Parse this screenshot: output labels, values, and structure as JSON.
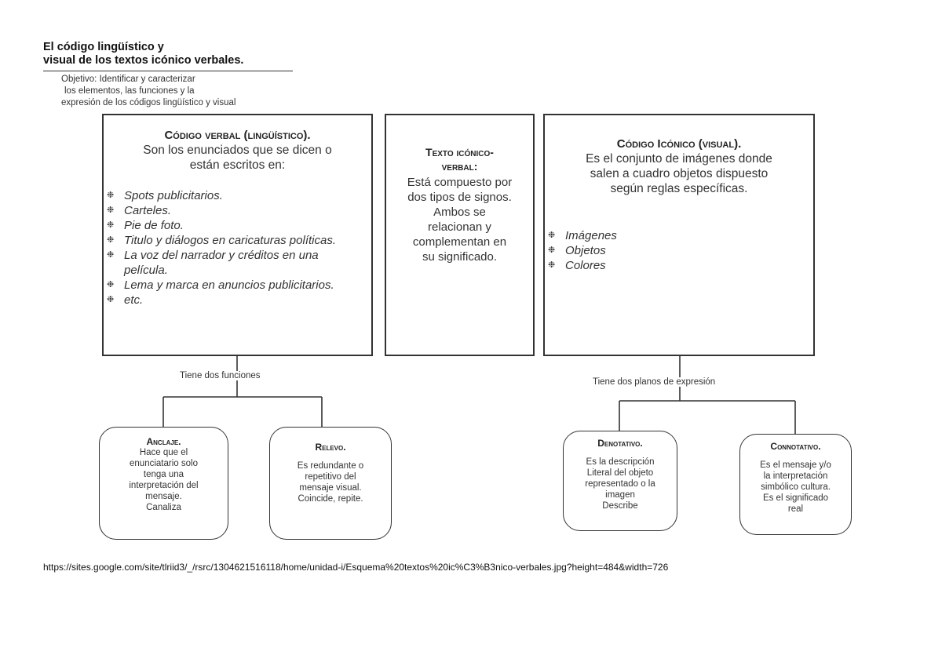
{
  "header": {
    "title_line1": "El código lingüístico y",
    "title_line2": "visual de los textos icónico verbales.",
    "objective_line1": "Objetivo: Identificar y caracterizar",
    "objective_line2": "los elementos, las funciones y la",
    "objective_line3": "expresión de los códigos lingüístico y visual"
  },
  "verbal": {
    "heading": "Código verbal (lingüístico).",
    "desc_line1": "Son los enunciados que se dicen o",
    "desc_line2": "están escritos en:",
    "bullet_glyph": "❉",
    "items": [
      "Spots publicitarios.",
      "Carteles.",
      "Pie de foto.",
      "Titulo y diálogos en caricaturas políticas.",
      "La voz del narrador y créditos en una película.",
      "Lema y marca en anuncios publicitarios.",
      "etc."
    ]
  },
  "center": {
    "heading_line1": "Texto icónico-",
    "heading_line2": "verbal:",
    "text_line1": "Está compuesto por",
    "text_line2": "dos tipos de signos.",
    "text_line3": "Ambos se",
    "text_line4": "relacionan y",
    "text_line5": "complementan en",
    "text_line6": "su significado.",
    "arrow_color": "#f5c99a"
  },
  "iconic": {
    "heading": "Código Icónico (visual).",
    "desc_line1": "Es el conjunto de imágenes donde",
    "desc_line2": "salen a cuadro objetos dispuesto",
    "desc_line3": "según reglas específicas.",
    "items": [
      "Imágenes",
      "Objetos",
      "Colores"
    ]
  },
  "branches": {
    "left_label": "Tiene dos funciones",
    "right_label": "Tiene dos planos de expresión"
  },
  "anclaje": {
    "title": "Anclaje.",
    "lines": [
      "Hace que el",
      "enunciatario solo",
      "tenga una",
      "interpretación del",
      "mensaje.",
      "Canaliza"
    ]
  },
  "relevo": {
    "title": "Relevo.",
    "lines": [
      "Es redundante o",
      "repetitivo del",
      "mensaje visual.",
      "Coincide, repite."
    ]
  },
  "denotativo": {
    "title": "Denotativo.",
    "lines": [
      "Es la descripción",
      "Literal del objeto",
      "representado o la",
      "imagen",
      "Describe"
    ]
  },
  "connotativo": {
    "title": "Connotativo.",
    "lines": [
      "Es el mensaje y/o",
      "la interpretación",
      "simbólico cultura.",
      "Es el significado",
      "real"
    ]
  },
  "source_url": "https://sites.google.com/site/tlriid3/_/rsrc/1304621516118/home/unidad-i/Esquema%20textos%20ic%C3%B3nico-verbales.jpg?height=484&width=726"
}
